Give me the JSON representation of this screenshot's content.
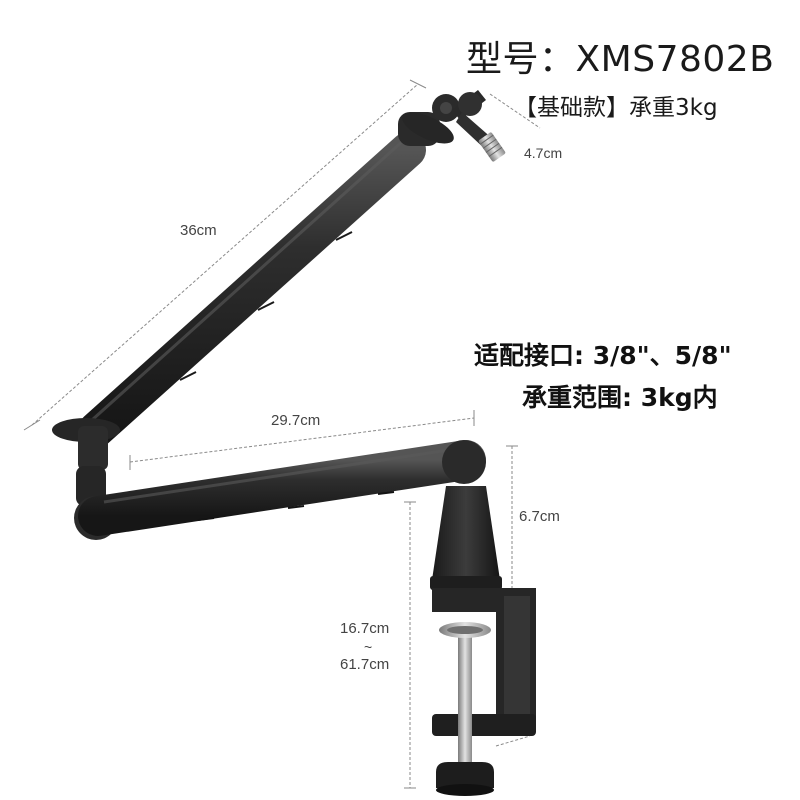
{
  "header": {
    "model": "型号：XMS7802B",
    "edition": "【基础款】承重3kg"
  },
  "specs": {
    "mount": "适配接口: 3/8\"、5/8\"",
    "load": "承重范围: 3kg内"
  },
  "dimensions": {
    "upper_arm": "36cm",
    "mount_offset": "4.7cm",
    "lower_arm": "29.7cm",
    "riser": "6.7cm",
    "clamp_min": "16.7cm",
    "clamp_sep": "~",
    "clamp_max": "61.7cm"
  },
  "colors": {
    "arm": "#2b2b2b",
    "arm_highlight": "#4a4a4a",
    "metal": "#b9b9b9",
    "dim_line": "#8a8a8a"
  }
}
